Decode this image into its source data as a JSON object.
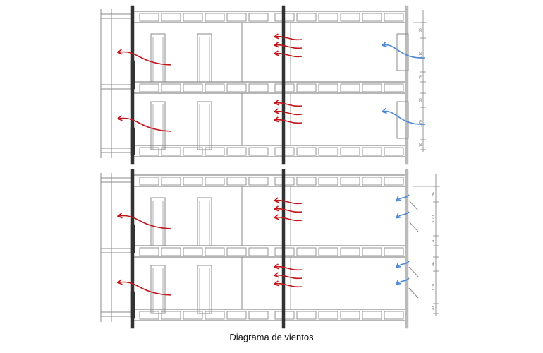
{
  "caption": "Diagrama de vientos",
  "colors": {
    "hot_air": "#c0151b",
    "cool_air": "#4a87d6",
    "line": "#8a8a8a",
    "dark": "#333333"
  },
  "section_top": {
    "dimension_labels": [
      "86",
      "1.70",
      "70",
      "86",
      "1.70",
      "70"
    ]
  },
  "section_bottom": {
    "dimension_labels": [
      "86",
      "1.70",
      "70",
      "86",
      "1.70",
      "70"
    ]
  }
}
